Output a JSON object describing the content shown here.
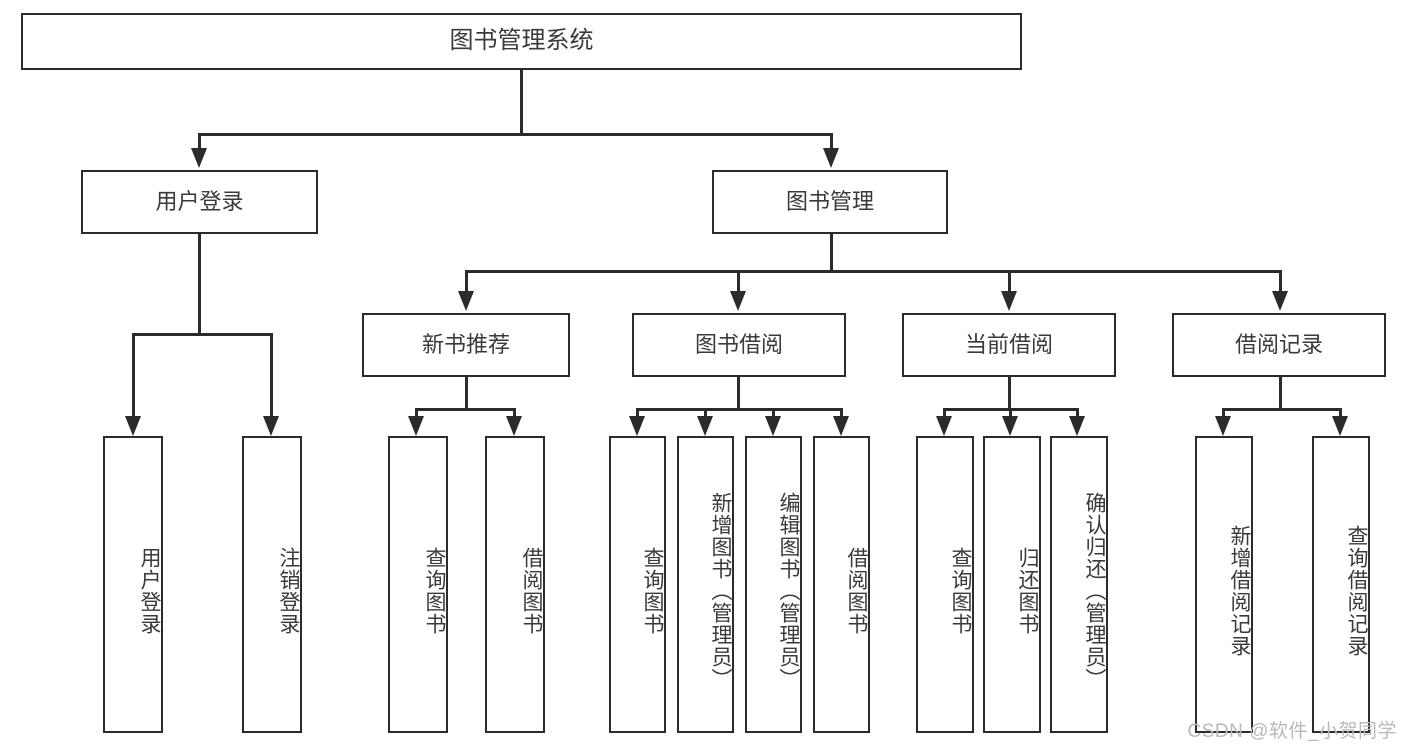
{
  "diagram": {
    "title": "图书管理系统",
    "type": "tree-hierarchy-diagram",
    "watermark": "CSDN @软件_小贺同学",
    "colors": {
      "border": "#2b2b2b",
      "text": "#3a3a3a",
      "background": "#ffffff",
      "watermark": "#b9b9b9"
    }
  },
  "nodes": {
    "root": {
      "label": "图书管理系统"
    },
    "level1": [
      {
        "label": "用户登录"
      },
      {
        "label": "图书管理"
      }
    ],
    "level2": [
      {
        "label": "新书推荐"
      },
      {
        "label": "图书借阅"
      },
      {
        "label": "当前借阅"
      },
      {
        "label": "借阅记录"
      }
    ],
    "leaves": {
      "user_login": [
        {
          "label": "用户登录"
        },
        {
          "label": "注销登录"
        }
      ],
      "new_book_recommend": [
        {
          "label": "查询图书"
        },
        {
          "label": "借阅图书"
        }
      ],
      "book_borrow": [
        {
          "label": "查询图书"
        },
        {
          "label": "新增图书（管理员）"
        },
        {
          "label": "编辑图书（管理员）"
        },
        {
          "label": "借阅图书"
        }
      ],
      "current_borrow": [
        {
          "label": "查询图书"
        },
        {
          "label": "归还图书"
        },
        {
          "label": "确认归还（管理员）"
        }
      ],
      "borrow_record": [
        {
          "label": "新增借阅记录"
        },
        {
          "label": "查询借阅记录"
        }
      ]
    }
  }
}
